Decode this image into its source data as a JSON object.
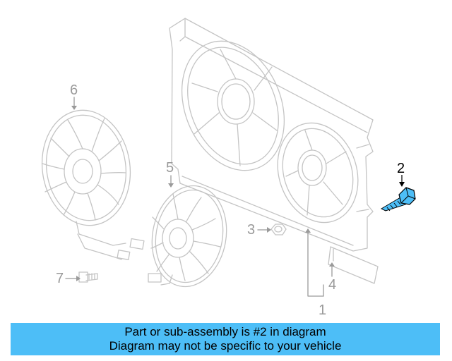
{
  "callouts": {
    "c1": "1",
    "c2": "2",
    "c3": "3",
    "c4": "4",
    "c5": "5",
    "c6": "6",
    "c7": "7"
  },
  "highlight_color": "#4dbef7",
  "highlighted_part": "2",
  "banner": {
    "line1": "Part or sub-assembly is #2 in diagram",
    "line2": "Diagram may not be specific to your vehicle"
  }
}
